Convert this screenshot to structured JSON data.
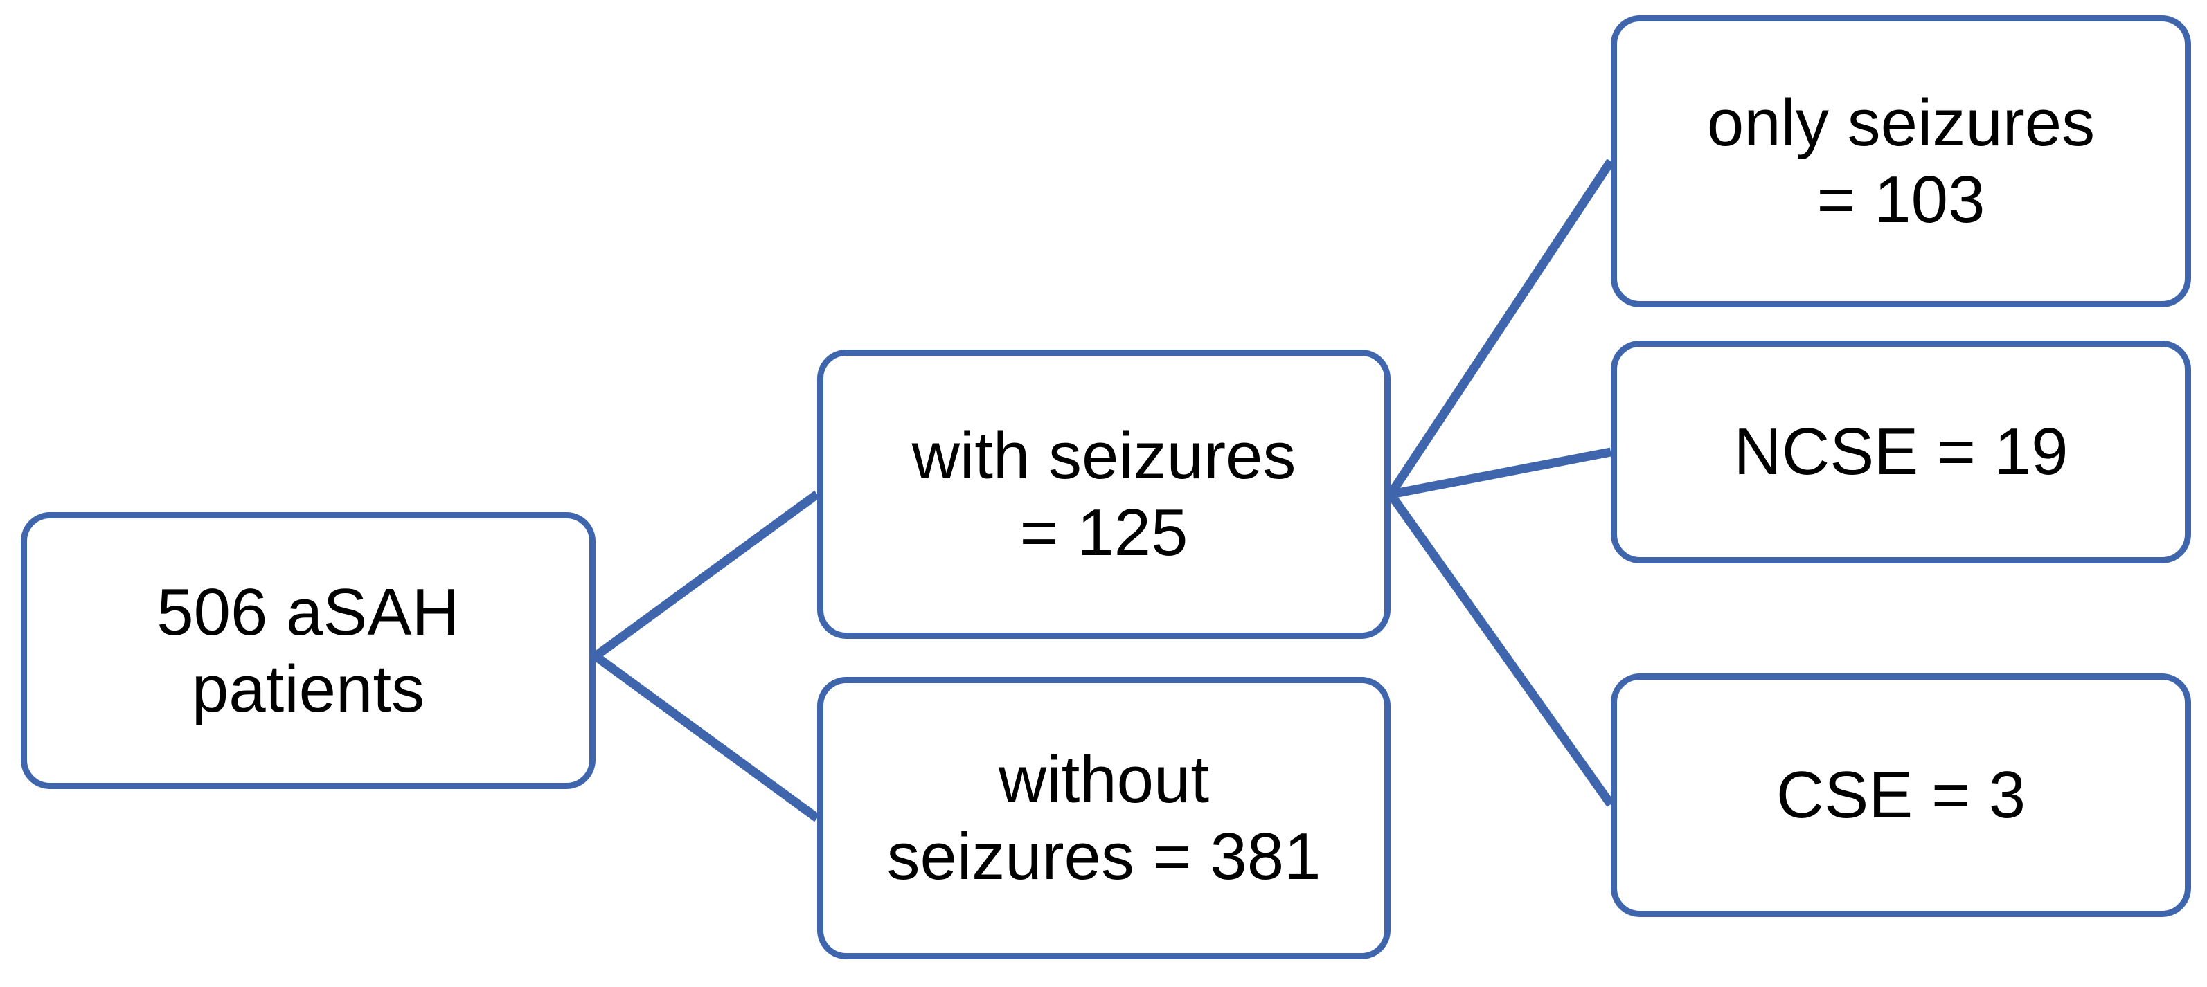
{
  "diagram": {
    "type": "flowchart",
    "title": "",
    "style": {
      "box_border_color": "#3f66ad",
      "box_fill_color": "#ffffff",
      "connector_color": "#3f66ad",
      "text_color": "#000000",
      "background_color": "#ffffff"
    },
    "nodes": [
      {
        "id": "root",
        "label": "506 aSAH\npatients",
        "value": 506,
        "column": 1
      },
      {
        "id": "with_seizures",
        "label": "with seizures\n=  125",
        "value": 125,
        "column": 2
      },
      {
        "id": "without_seizures",
        "label": "without\nseizures = 381",
        "value": 381,
        "column": 2
      },
      {
        "id": "only_seizures",
        "label": "only seizures\n= 103",
        "value": 103,
        "column": 3
      },
      {
        "id": "ncse",
        "label": "NCSE = 19",
        "value": 19,
        "column": 3
      },
      {
        "id": "cse",
        "label": "CSE = 3",
        "value": 3,
        "column": 3
      }
    ],
    "edges": [
      {
        "from": "root",
        "to": "with_seizures"
      },
      {
        "from": "root",
        "to": "without_seizures"
      },
      {
        "from": "with_seizures",
        "to": "only_seizures"
      },
      {
        "from": "with_seizures",
        "to": "ncse"
      },
      {
        "from": "with_seizures",
        "to": "cse"
      }
    ]
  }
}
